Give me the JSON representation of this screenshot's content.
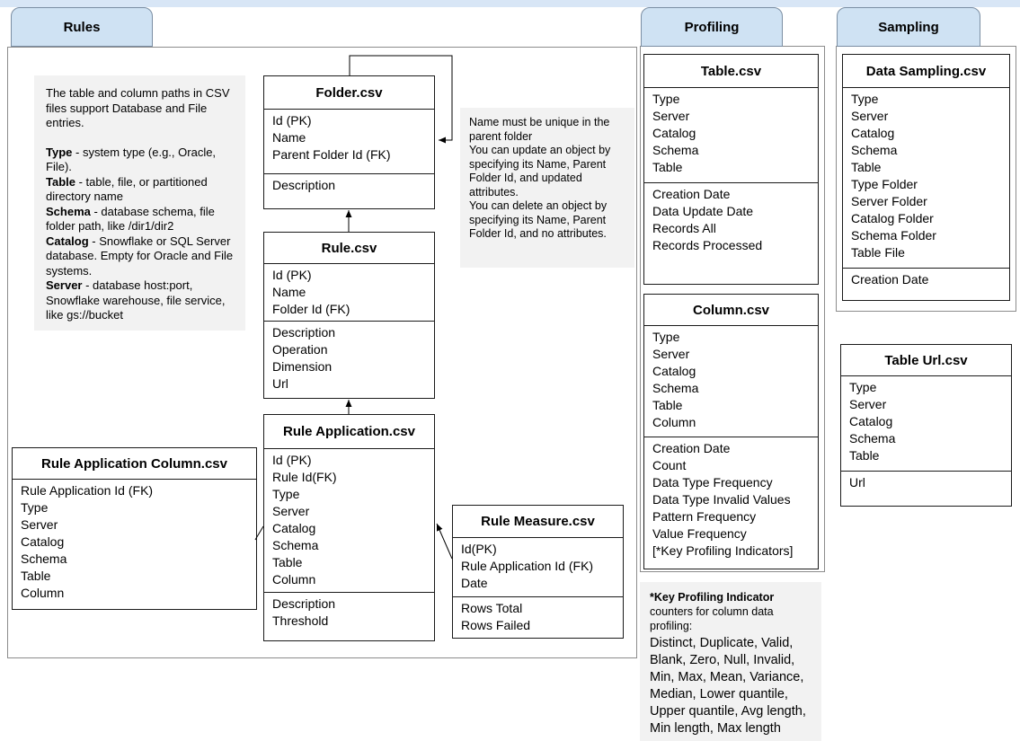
{
  "colors": {
    "tab_fill": "#cfe2f3",
    "tab_border": "#7b8ea3",
    "container_border": "#8c8c8c",
    "entity_border": "#1a1a1a",
    "note_fill": "#f2f2f2",
    "top_band": "#d8e6f6",
    "connector": "#000000"
  },
  "groups": {
    "rules": {
      "tab": "Rules"
    },
    "profiling": {
      "tab": "Profiling"
    },
    "sampling": {
      "tab": "Sampling"
    }
  },
  "entities": {
    "folder": {
      "title": "Folder.csv",
      "keys": [
        "Id (PK)",
        "Name",
        "Parent Folder Id (FK)"
      ],
      "attrs": [
        "Description"
      ]
    },
    "rule": {
      "title": "Rule.csv",
      "keys": [
        "Id (PK)",
        "Name",
        "Folder Id (FK)"
      ],
      "attrs": [
        "Description",
        "Operation",
        "Dimension",
        "Url"
      ]
    },
    "rule_application": {
      "title": "Rule Application.csv",
      "keys": [
        "Id (PK)",
        "Rule Id(FK)",
        "Type",
        "Server",
        "Catalog",
        "Schema",
        "Table",
        "Column"
      ],
      "attrs": [
        "Description",
        "Threshold"
      ]
    },
    "rule_application_column": {
      "title": "Rule Application Column.csv",
      "keys": [
        "Rule Application Id (FK)",
        "Type",
        "Server",
        "Catalog",
        "Schema",
        "Table",
        "Column"
      ],
      "attrs": []
    },
    "rule_measure": {
      "title": "Rule Measure.csv",
      "keys": [
        "Id(PK)",
        "Rule Application Id (FK)",
        "Date"
      ],
      "attrs": [
        "Rows Total",
        "Rows Failed"
      ]
    },
    "table": {
      "title": "Table.csv",
      "keys": [
        "Type",
        "Server",
        "Catalog",
        "Schema",
        "Table"
      ],
      "attrs": [
        "Creation Date",
        "Data Update Date",
        "Records All",
        "Records Processed"
      ]
    },
    "column": {
      "title": "Column.csv",
      "keys": [
        "Type",
        "Server",
        "Catalog",
        "Schema",
        "Table",
        "Column"
      ],
      "attrs": [
        "Creation Date",
        "Count",
        "Data Type Frequency",
        "Data Type Invalid Values",
        "Pattern Frequency",
        "Value Frequency",
        "[*Key Profiling Indicators]"
      ]
    },
    "data_sampling": {
      "title": "Data Sampling.csv",
      "keys": [
        "Type",
        "Server",
        "Catalog",
        "Schema",
        "Table",
        "Type Folder",
        "Server Folder",
        "Catalog Folder",
        "Schema Folder",
        "Table File"
      ],
      "attrs": [
        "Creation Date"
      ]
    },
    "table_url": {
      "title": "Table Url.csv",
      "keys": [
        "Type",
        "Server",
        "Catalog",
        "Schema",
        "Table"
      ],
      "attrs": [
        "Url"
      ]
    }
  },
  "notes": {
    "csv_paths": {
      "intro": "The table and column paths in CSV files support  Database and File entries.",
      "defs": [
        {
          "term": "Type",
          "rest": " - system type (e.g., Oracle, File)."
        },
        {
          "term": "Table",
          "rest": " - table, file, or partitioned directory name"
        },
        {
          "term": "Schema",
          "rest": " - database schema, file folder path, like /dir1/dir2"
        },
        {
          "term": "Catalog",
          "rest": " - Snowflake or SQL Server database. Empty for Oracle and File systems."
        },
        {
          "term": "Server",
          "rest": " - database host:port, Snowflake warehouse, file service, like gs://bucket"
        }
      ]
    },
    "folder_unique": "Name must be unique in the parent folder\nYou can update an object by specifying its Name, Parent Folder Id, and updated attributes.\nYou can delete an object by specifying its Name, Parent Folder Id, and no attributes.",
    "kpi": {
      "heading": "*Key Profiling Indicator",
      "sub": "counters for column data profiling:",
      "list": "Distinct, Duplicate, Valid, Blank, Zero, Null, Invalid, Min, Max, Mean, Variance, Median, Lower quantile, Upper quantile, Avg length, Min length, Max length"
    }
  }
}
